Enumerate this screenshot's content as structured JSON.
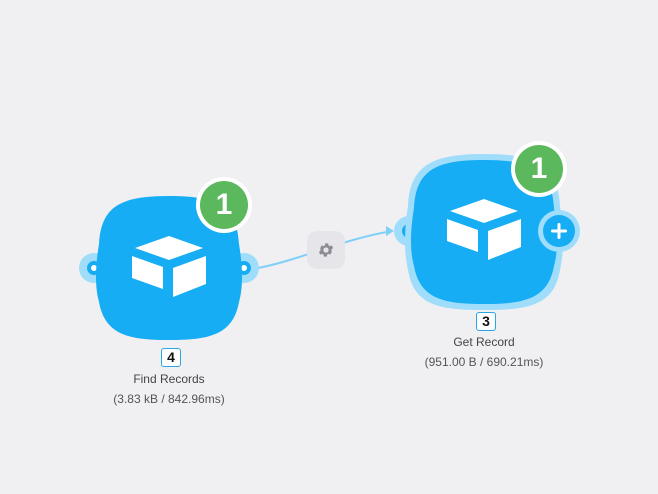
{
  "colors": {
    "background": "#f0f0f3",
    "module_fill": "#16adf4",
    "module_glow": "#9fddfb",
    "badge_green": "#5cb85c",
    "wire": "#7fd0f7",
    "icon_white": "#ffffff"
  },
  "modules": [
    {
      "icon": "airtable-logo-icon",
      "badge": "1",
      "op_number": "4",
      "title": "Find Records",
      "stats": "(3.83 kB / 842.96ms)"
    },
    {
      "icon": "airtable-logo-icon",
      "badge": "1",
      "op_number": "3",
      "title": "Get Record",
      "stats": "(951.00 B / 690.21ms)"
    }
  ],
  "route": {
    "settings_icon": "gear-icon"
  }
}
